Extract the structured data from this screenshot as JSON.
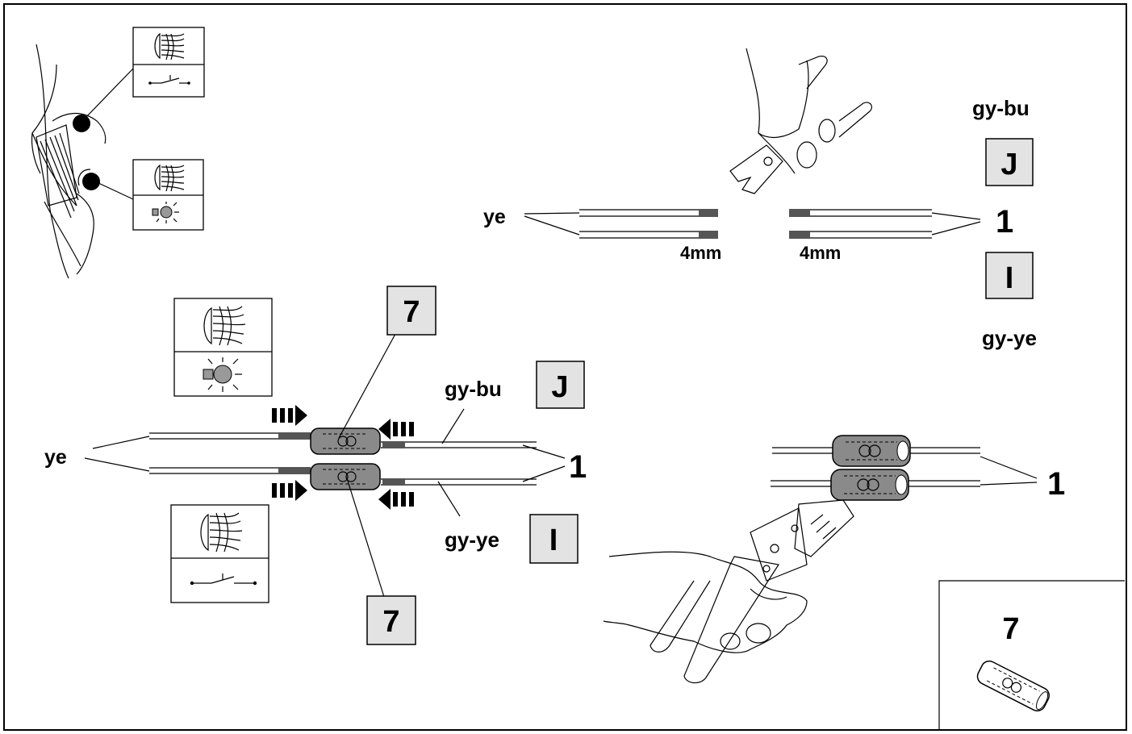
{
  "labels": {
    "top_right_upper_code": "gy-bu",
    "top_right_lower_code": "gy-ye",
    "top_right_box_j": "J",
    "top_right_box_i": "I",
    "top_right_number": "1",
    "top_left_wire": "ye",
    "strip_left": "4mm",
    "strip_right": "4mm",
    "mid_left_wire": "ye",
    "mid_upper_code": "gy-bu",
    "mid_lower_code": "gy-ye",
    "mid_box_j": "J",
    "mid_box_i": "I",
    "mid_number": "1",
    "connector_top": "7",
    "connector_bottom": "7",
    "crimp_number": "1",
    "detail_number": "7"
  },
  "icons": [
    "headlight-icon",
    "switch-icon",
    "bulb-icon",
    "hand-icon",
    "wire-stripper-icon",
    "crimping-pliers-icon",
    "butt-connector-icon",
    "arrow-right-icon",
    "arrow-left-icon"
  ]
}
